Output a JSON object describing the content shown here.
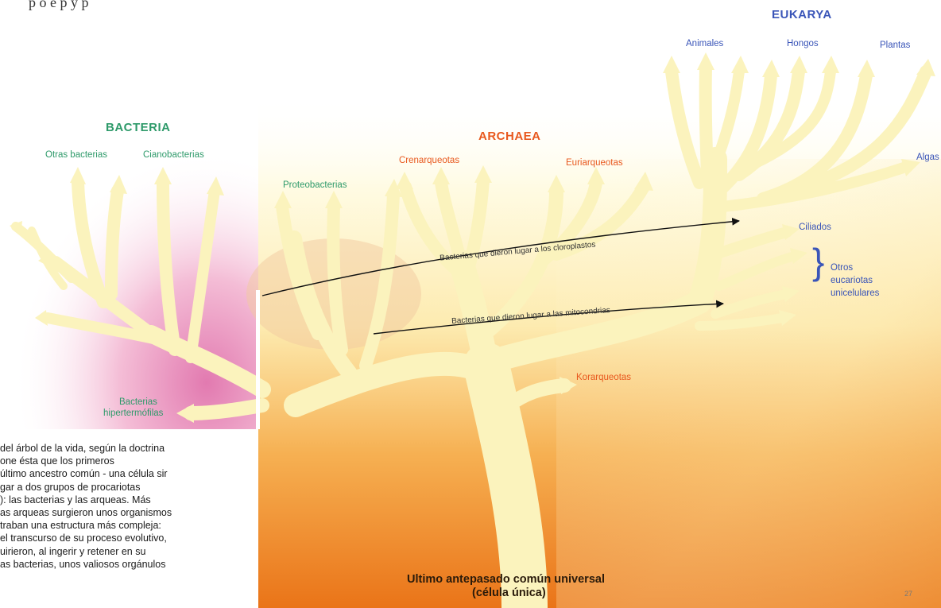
{
  "header_fragment": "p o e p     y p",
  "groups": {
    "bacteria": "BACTERIA",
    "archaea": "ARCHAEA",
    "eukarya": "EUKARYA"
  },
  "bacteria_labels": {
    "otras": "Otras bacterias",
    "ciano": "Cianobacterias",
    "proteo": "Proteobacterias",
    "hiper_1": "Bacterias",
    "hiper_2": "hipertermófilas"
  },
  "archaea_labels": {
    "crenar": "Crenarqueotas",
    "euriar": "Euriarqueotas",
    "korar": "Korarqueotas"
  },
  "eukarya_labels": {
    "animales": "Animales",
    "hongos": "Hongos",
    "plantas": "Plantas",
    "algas": "Algas",
    "ciliados": "Ciliados",
    "otros_1": "Otros",
    "otros_2": "eucariotas",
    "otros_3": "unicelulares"
  },
  "arrows": {
    "cloroplastos": "Bacterias que dieron lugar a los cloroplastos",
    "mitocondrias": "Bacterias que dieron lugar a las mitocondrias"
  },
  "root": {
    "line1": "Ultimo antepasado común universal",
    "line2": "(célula única)"
  },
  "caption_lines": [
    " del árbol de la vida, según la doctrina",
    "one ésta que los primeros",
    " último ancestro común  - una célula sir",
    "gar a dos grupos de procariotas",
    "): las bacterias y las arqueas. Más",
    "as arqueas surgieron unos organismos",
    "traban una estructura más compleja:",
    " el transcurso de su proceso evolutivo,",
    "uirieron, al ingerir y retener en su",
    "as bacterias, unos valiosos orgánulos"
  ],
  "page_number": "27",
  "colors": {
    "branch": "#fbf3bd",
    "branch_edge": "#efe29a",
    "bacteria_bg": "#f3b7d3",
    "tree_bg_top": "#fff7c6",
    "tree_bg_bottom": "#ea7818",
    "bacteria_green": "#2e9a6a",
    "archaea_orange": "#e8581e",
    "eukarya_blue": "#3a55b8"
  }
}
